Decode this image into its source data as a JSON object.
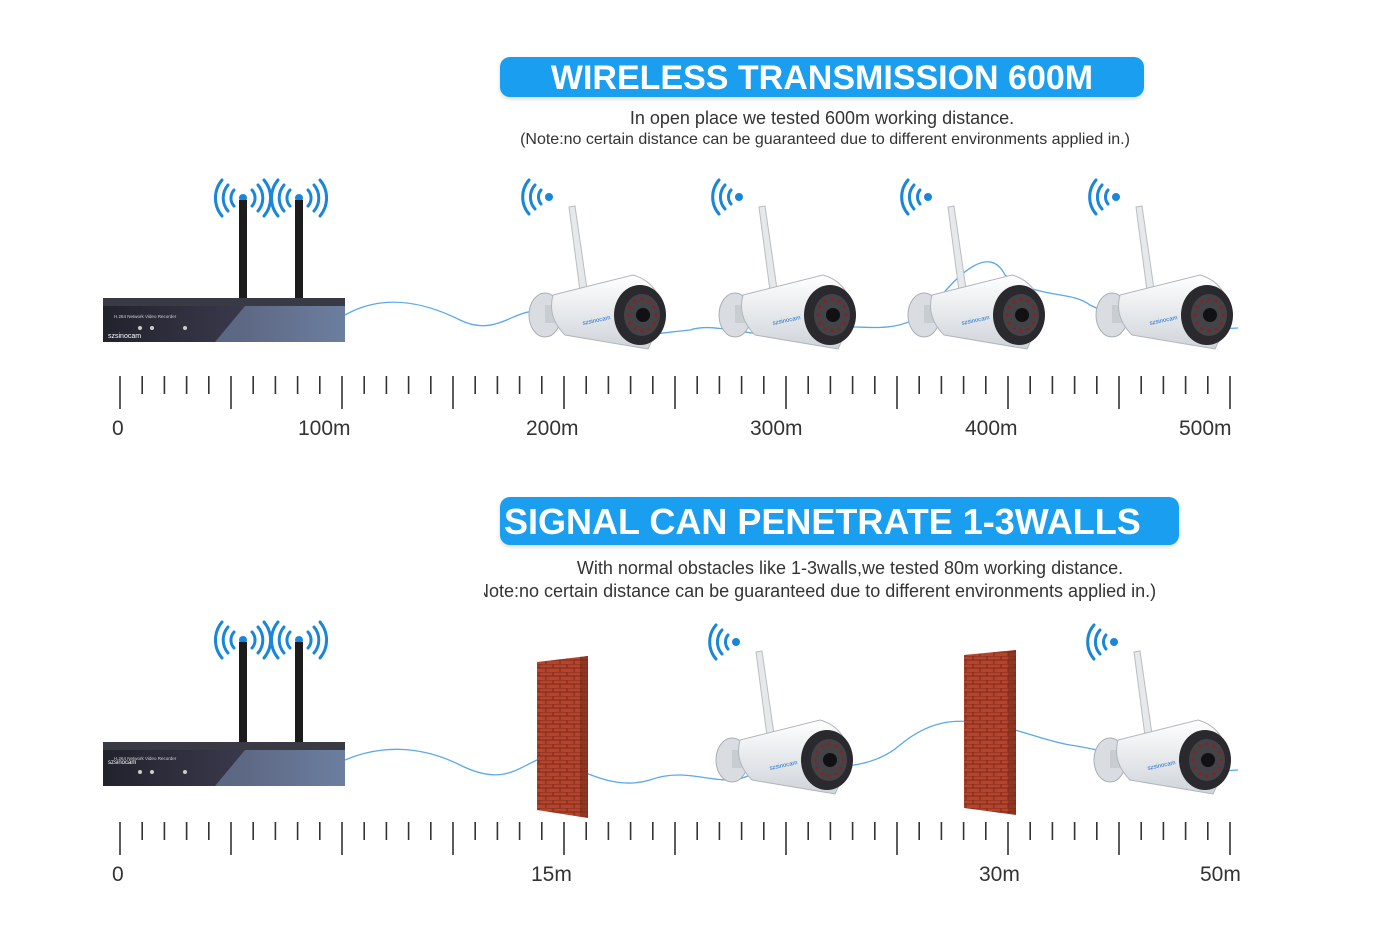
{
  "section_1": {
    "title": "WIRELESS TRANSMISSION 600M",
    "subtitle": "In open place we tested 600m working distance.",
    "note": "(Note:no certain distance can be guaranteed due to different environments applied in.)",
    "nvr_brand": "szsinocam",
    "nvr_model": "H.264 Network Video Recorder",
    "camera_brand": "szsinocam",
    "scale_labels": [
      "0",
      "100m",
      "200m",
      "300m",
      "400m",
      "500m"
    ]
  },
  "section_2": {
    "title": "SIGNAL CAN PENETRATE 1-3WALLS",
    "subtitle": "With normal obstacles like 1-3walls,we tested 80m working distance.",
    "note": "(Note:no certain distance can be guaranteed due to different environments applied in.)",
    "nvr_brand": "szsinocam",
    "nvr_model": "H.264 Network Video Recorder",
    "camera_brand": "szsinocam",
    "scale_labels": [
      "0",
      "15m",
      "30m",
      "50m"
    ]
  },
  "colors": {
    "accent_blue": "#1a9ff0",
    "signal_blue": "#1a86d8",
    "wire_blue": "#5aa9e6",
    "brick": "#b6442c",
    "nvr_body": "#2c2c3a"
  },
  "icons": [
    "wifi-signal-icon",
    "nvr-recorder-icon",
    "bullet-camera-icon",
    "brick-wall-icon"
  ]
}
